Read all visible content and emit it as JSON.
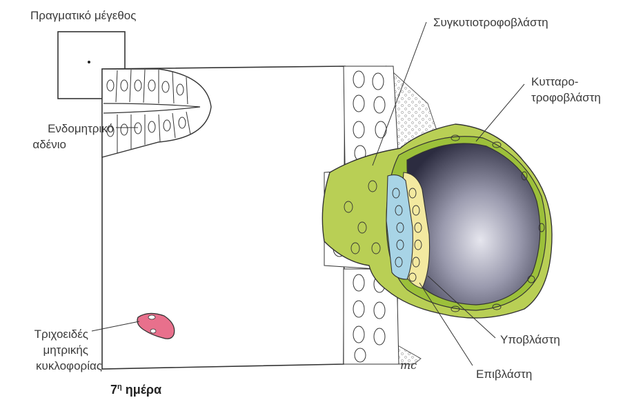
{
  "labels": {
    "actual_size": "Πραγματικό μέγεθος",
    "endometrial_gland_line1": "Ενδομητρικό",
    "endometrial_gland_line2": "αδένιο",
    "capillary_line1": "Τριχοειδές",
    "capillary_line2": "μητρικής",
    "capillary_line3": "κυκλοφορίας",
    "syncytiotrophoblast": "Συγκυτιοτροφοβλάστη",
    "cytotrophoblast_line1": "Κυτταρο-",
    "cytotrophoblast_line2": "τροφοβλάστη",
    "hypoblast": "Υποβλάστη",
    "epiblast": "Επιβλάστη"
  },
  "caption": {
    "day_number": "7",
    "day_superscript": "η",
    "day_word": "ημέρα"
  },
  "signature": "mc",
  "colors": {
    "syncytiotrophoblast": "#b9cf55",
    "cytotrophoblast": "#9cc03a",
    "epiblast": "#f3e9a0",
    "hypoblast": "#a8d4e6",
    "blastocyst_cavity": "#3a3a52",
    "capillary": "#e8708c",
    "outline": "#333333"
  }
}
